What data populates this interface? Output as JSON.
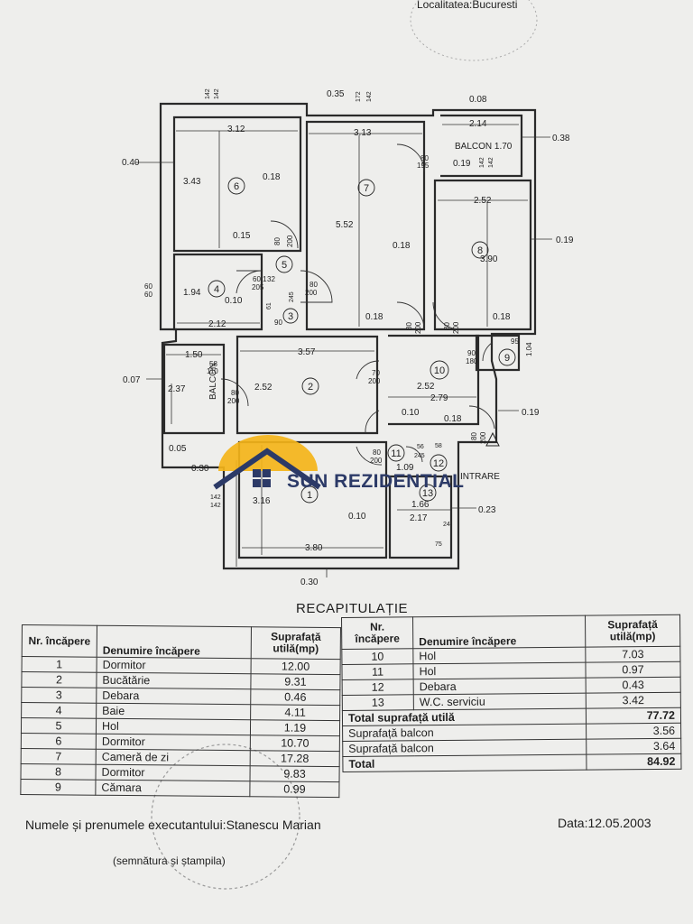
{
  "header": {
    "stamp_text": "Localitatea:Bucuresti"
  },
  "logo": {
    "text": "SUN REZIDENTIAL"
  },
  "plan": {
    "dims": {
      "top_142": "142",
      "top_142b": "142",
      "d035": "0.35",
      "d172": "172",
      "d142c": "142",
      "d008": "0.08",
      "d312": "3.12",
      "d313": "3.13",
      "d214": "2.14",
      "balcon_top": "BALCON 1.70",
      "d038": "0.38",
      "d040": "0.40",
      "d80_195a": "80",
      "d80_195b": "195",
      "d019a": "0.19",
      "d142d": "142",
      "d142e": "142",
      "d343": "3.43",
      "d018a": "0.18",
      "d552": "5.52",
      "d252a": "2.52",
      "d018b": "0.18",
      "d019b": "0.19",
      "d390": "3.90",
      "d015": "0.15",
      "d80_200a": "80",
      "d80_200b": "200",
      "d60a": "60",
      "d60b": "60",
      "d194": "1.94",
      "d010a": "0.10",
      "d60_1": "60.1",
      "d32": "32",
      "d205": "205",
      "d212": "2.12",
      "d80_200c": "80",
      "d80_200d": "200",
      "d90": "90",
      "d018c": "0.18",
      "d80_200e": "80",
      "d80_200f": "200",
      "d80_200g": "80",
      "d80_200h": "200",
      "d018d": "0.18",
      "d150": "1.50",
      "d357": "3.57",
      "d58": "58",
      "d110": "110",
      "d007": "0.07",
      "d237": "2.37",
      "balcon_side": "BALCON",
      "d252b": "2.52",
      "d80_200i": "80",
      "d80_200j": "200",
      "d70": "70",
      "d200k": "200",
      "d252c": "2.52",
      "d279": "2.79",
      "d90b": "90",
      "d180": "180",
      "d95": "95",
      "d104": "1.04",
      "d010b": "0.10",
      "d018e": "0.18",
      "d019c": "0.19",
      "d005": "0.05",
      "d030a": "0.30",
      "d80_200l": "80",
      "d80_200m": "200",
      "d56": "56",
      "d245": "245",
      "d58b": "58",
      "d109": "1.09",
      "d80_200n": "80",
      "d80_200o": "200",
      "intrare": "INTRARE",
      "d142f": "142",
      "d142g": "142",
      "d316": "3.16",
      "d166": "1.66",
      "d010c": "0.10",
      "d217": "2.17",
      "d023": "0.23",
      "d24": "24",
      "d75": "75",
      "d380": "3.80",
      "d030b": "0.30",
      "d245b": "245",
      "d61": "61"
    },
    "room_numbers": [
      "1",
      "2",
      "3",
      "4",
      "5",
      "6",
      "7",
      "8",
      "9",
      "10",
      "11",
      "12",
      "13"
    ]
  },
  "recap": {
    "title": "RECAPITULAȚIE",
    "headers": {
      "nr": "Nr. încăpere",
      "name": "Denumire încăpere",
      "area": "Suprafață utilă(mp)"
    },
    "left_rows": [
      {
        "nr": "1",
        "name": "Dormitor",
        "area": "12.00"
      },
      {
        "nr": "2",
        "name": "Bucătărie",
        "area": "9.31"
      },
      {
        "nr": "3",
        "name": "Debara",
        "area": "0.46"
      },
      {
        "nr": "4",
        "name": "Baie",
        "area": "4.11"
      },
      {
        "nr": "5",
        "name": "Hol",
        "area": "1.19"
      },
      {
        "nr": "6",
        "name": "Dormitor",
        "area": "10.70"
      },
      {
        "nr": "7",
        "name": "Cameră de zi",
        "area": "17.28"
      },
      {
        "nr": "8",
        "name": "Dormitor",
        "area": "9.83"
      },
      {
        "nr": "9",
        "name": "Cămara",
        "area": "0.99"
      }
    ],
    "right_rows": [
      {
        "nr": "10",
        "name": "Hol",
        "area": "7.03"
      },
      {
        "nr": "11",
        "name": "Hol",
        "area": "0.97"
      },
      {
        "nr": "12",
        "name": "Debara",
        "area": "0.43"
      },
      {
        "nr": "13",
        "name": "W.C. serviciu",
        "area": "3.42"
      }
    ],
    "totals": [
      {
        "label": "Total suprafață utilă",
        "value": "77.72",
        "bold": true
      },
      {
        "label": "Suprafață balcon",
        "value": "3.56",
        "bold": false
      },
      {
        "label": "Suprafață balcon",
        "value": "3.64",
        "bold": false
      },
      {
        "label": "Total",
        "value": "84.92",
        "bold": true
      }
    ]
  },
  "footer": {
    "executor": "Numele și prenumele executantului:Stanescu Marian",
    "date": "Data:12.05.2003",
    "signature_caption": "(semnătura și ștampila)"
  }
}
